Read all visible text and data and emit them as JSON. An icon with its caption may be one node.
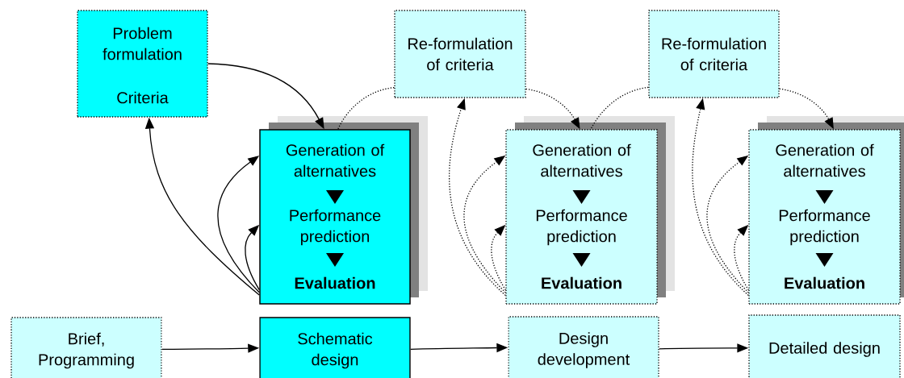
{
  "diagram": {
    "nodes": [
      {
        "text": [
          "Problem formulation",
          "Criteria"
        ]
      },
      {
        "text": [
          "Re-formulation of criteria"
        ]
      },
      {
        "text": [
          "Re-formulation of criteria"
        ]
      },
      {
        "text": [
          "Generation of alternatives",
          "Performance prediction",
          "Evaluation"
        ]
      },
      {
        "text": [
          "Generation of alternatives",
          "Performance prediction",
          "Evaluation"
        ]
      },
      {
        "text": [
          "Generation of alternatives",
          "Performance prediction",
          "Evaluation"
        ]
      },
      {
        "text": [
          "Brief, Programming"
        ]
      },
      {
        "text": [
          "Schematic design"
        ]
      },
      {
        "text": [
          "Design development"
        ]
      },
      {
        "text": [
          "Detailed design"
        ]
      }
    ],
    "edges": [
      {
        "from": 0,
        "to": 3,
        "arrow": "to"
      },
      {
        "from": 1,
        "to": 3,
        "arrow": "none",
        "style": "dashed"
      },
      {
        "from": 1,
        "to": 4,
        "arrow": "to",
        "style": "dashed"
      },
      {
        "from": 2,
        "to": 4,
        "arrow": "none",
        "style": "dashed"
      },
      {
        "from": 2,
        "to": 5,
        "arrow": "to",
        "style": "dashed"
      },
      {
        "from": 3,
        "to": 0,
        "arrow": "to"
      },
      {
        "from": 3,
        "to": 3,
        "arrow": "to"
      },
      {
        "from": 3,
        "to": 3,
        "arrow": "to"
      },
      {
        "from": 4,
        "to": 1,
        "arrow": "to",
        "style": "dashed"
      },
      {
        "from": 4,
        "to": 4,
        "arrow": "to",
        "style": "dashed"
      },
      {
        "from": 4,
        "to": 4,
        "arrow": "to",
        "style": "dashed"
      },
      {
        "from": 5,
        "to": 2,
        "arrow": "to",
        "style": "dashed"
      },
      {
        "from": 5,
        "to": 5,
        "arrow": "to",
        "style": "dashed"
      },
      {
        "from": 5,
        "to": 5,
        "arrow": "to",
        "style": "dashed"
      },
      {
        "from": 6,
        "to": 7,
        "arrow": "to"
      },
      {
        "from": 7,
        "to": 8,
        "arrow": "to"
      },
      {
        "from": 8,
        "to": 9,
        "arrow": "to"
      }
    ]
  }
}
